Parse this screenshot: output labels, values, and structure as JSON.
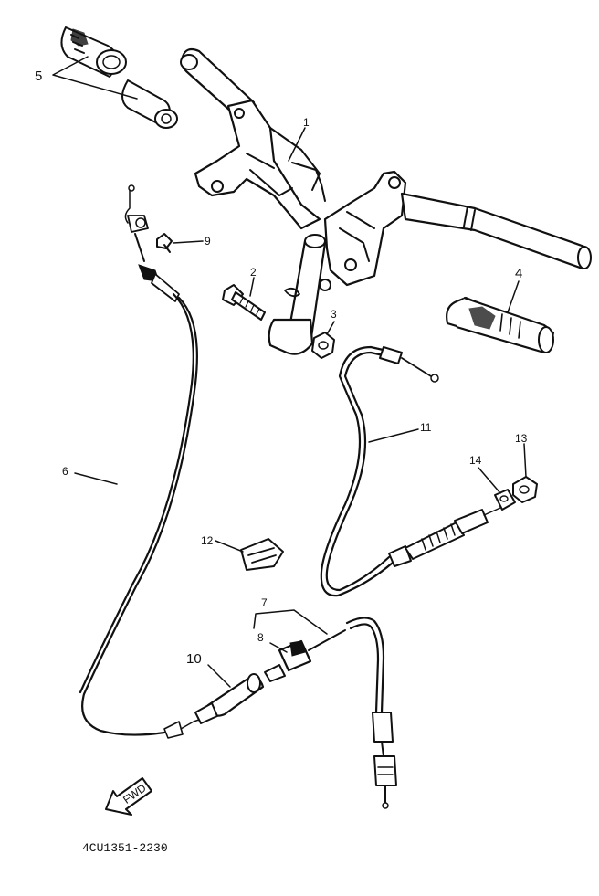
{
  "diagram": {
    "callouts": {
      "c1": "1",
      "c2": "2",
      "c3": "3",
      "c4": "4",
      "c5": "5",
      "c6": "6",
      "c7": "7",
      "c8": "8",
      "c9": "9",
      "c10": "10",
      "c11": "11",
      "c12": "12",
      "c13": "13",
      "c14": "14"
    },
    "fwd_label": "FWD",
    "part_code": "4CU1351-2230"
  }
}
